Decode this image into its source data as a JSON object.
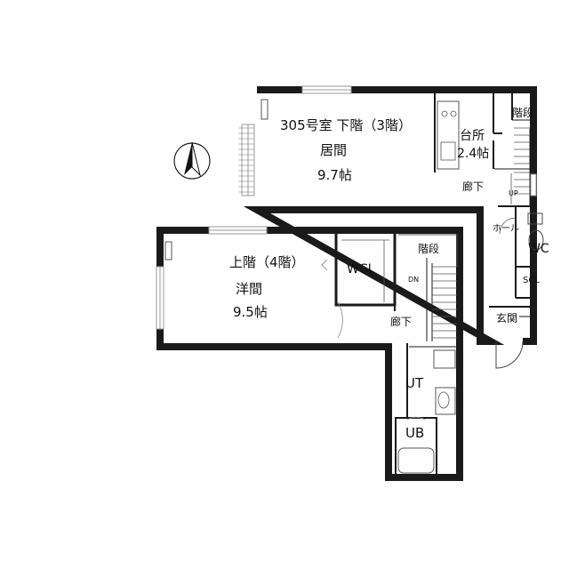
{
  "lower_floor": {
    "title": "305号室 下階（3階）",
    "living_label": "居間",
    "living_size": "9.7帖",
    "kitchen_label": "台所",
    "kitchen_size": "2.4帖",
    "stairs_label": "階段",
    "hall_label": "廊下",
    "up_label": "UP",
    "entry_hall_label": "ホール",
    "wc_label": "WC",
    "scl_label": "SCL",
    "entrance_label": "玄関"
  },
  "upper_floor": {
    "title": "上階（4階）",
    "room_label": "洋間",
    "room_size": "9.5帖",
    "wcl_label": "WCL",
    "stairs_label": "階段",
    "down_label": "DN",
    "hall_label": "廊下",
    "utility_label": "UT",
    "bath_label": "UB"
  },
  "compass": {
    "icon": "north-arrow-icon"
  },
  "colors": {
    "wall": "#1a1a1a",
    "line": "#555555",
    "window": "#9a9a9a"
  }
}
